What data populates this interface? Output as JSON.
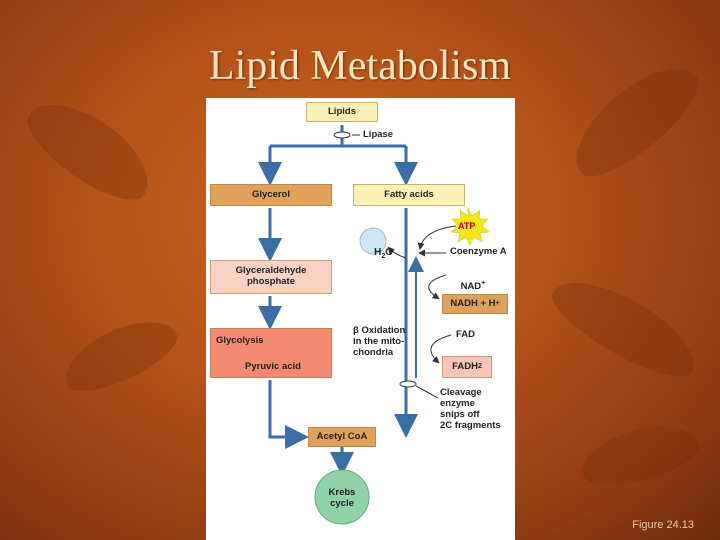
{
  "slide": {
    "title": "Lipid Metabolism",
    "figure_label": "Figure 24.13"
  },
  "diagram": {
    "lipids": "Lipids",
    "lipase": "Lipase",
    "glycerol": "Glycerol",
    "fatty_acids": "Fatty acids",
    "h2o_base": "H",
    "h2o_sub": "2",
    "h2o_end": "O",
    "atp": "ATP",
    "coenzyme_a": "Coenzyme A",
    "nad": "NAD",
    "nad_sup": "+",
    "nadh": "NADH + H",
    "nadh_sup": "+",
    "g3p": "Glyceraldehyde\nphosphate",
    "beta_oxidation": "β Oxidation\nin the mito-\nchondria",
    "fad": "FAD",
    "fadh": "FADH",
    "fadh_sub": "2",
    "glycolysis": "Glycolysis",
    "pyruvic_acid": "Pyruvic acid",
    "cleavage": "Cleavage\nenzyme\nsnips off\n2C fragments",
    "acetyl_coa": "Acetyl CoA",
    "krebs": "Krebs\ncycle"
  },
  "colors": {
    "arrow": "#3a6ea5",
    "box_light": "#fdf0b5",
    "box_orange": "#e0a15c",
    "box_pink": "#f9d2c2",
    "box_salmon": "#f48a72",
    "box_fad": "#f7c6b8",
    "krebs": "#8fd1a8",
    "h2o": "#cfe6f7",
    "atp": "#f5e51b"
  }
}
